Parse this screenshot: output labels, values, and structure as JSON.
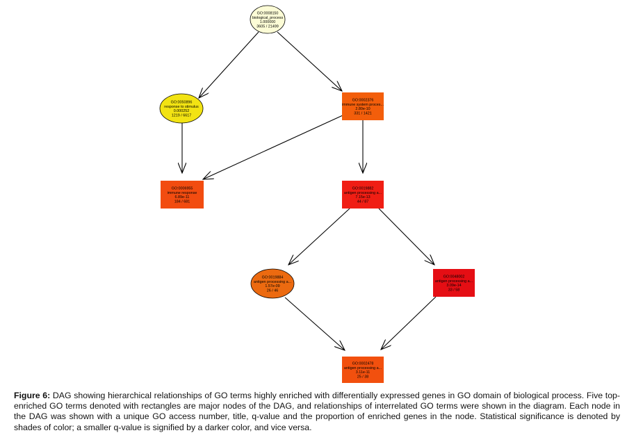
{
  "nodes": [
    {
      "key": "n1",
      "id": "GO:0008150",
      "title": "biological_process",
      "qvalue": "1.000000",
      "ratio": "3605 / 21499",
      "shape": "ellipse",
      "color": "#fcfcd6"
    },
    {
      "key": "n2",
      "id": "GO:0050896",
      "title": "response to stimulus",
      "qvalue": "0.000252",
      "ratio": "1219 / 6617",
      "shape": "ellipse",
      "color": "#f2e313"
    },
    {
      "key": "n3",
      "id": "GO:0002376",
      "title": "immune system proces...",
      "qvalue": "2.80e-10",
      "ratio": "331 / 1421",
      "shape": "rect",
      "color": "#f35e0b"
    },
    {
      "key": "n4",
      "id": "GO:0006955",
      "title": "immune response",
      "qvalue": "6.89e-11",
      "ratio": "184 / 681",
      "shape": "rect",
      "color": "#f24c10"
    },
    {
      "key": "n5",
      "id": "GO:0019882",
      "title": "antigen processing a...",
      "qvalue": "7.15e-13",
      "ratio": "44 / 87",
      "shape": "rect",
      "color": "#f01e14"
    },
    {
      "key": "n6",
      "id": "GO:0019884",
      "title": "antigen processing a...",
      "qvalue": "1.57e-09",
      "ratio": "26 / 46",
      "shape": "ellipse",
      "color": "#ec6a10"
    },
    {
      "key": "n7",
      "id": "GO:0048002",
      "title": "antigen processing a...",
      "qvalue": "3.09e-14",
      "ratio": "33 / 58",
      "shape": "rect",
      "color": "#e50e14"
    },
    {
      "key": "n8",
      "id": "GO:0002478",
      "title": "antigen processing a...",
      "qvalue": "3.11e-11",
      "ratio": "25 / 38",
      "shape": "rect",
      "color": "#f2500e"
    }
  ],
  "edges": [
    {
      "from": "n1",
      "to": "n2"
    },
    {
      "from": "n1",
      "to": "n3"
    },
    {
      "from": "n2",
      "to": "n4"
    },
    {
      "from": "n3",
      "to": "n4"
    },
    {
      "from": "n3",
      "to": "n5"
    },
    {
      "from": "n5",
      "to": "n6"
    },
    {
      "from": "n5",
      "to": "n7"
    },
    {
      "from": "n6",
      "to": "n8"
    },
    {
      "from": "n7",
      "to": "n8"
    }
  ],
  "caption": {
    "label": "Figure 6:",
    "text": " DAG showing hierarchical relationships of GO terms highly enriched with differentially expressed genes in GO domain of biological process. Five top-enriched GO terms denoted with rectangles are major nodes of the DAG, and relationships of interrelated GO terms were shown in the diagram. Each node in the DAG was shown with a unique GO access number, title, q-value and the proportion of enriched genes in the node. Statistical significance is denoted by shades of color; a smaller q-value is signified by a darker color, and vice versa."
  }
}
